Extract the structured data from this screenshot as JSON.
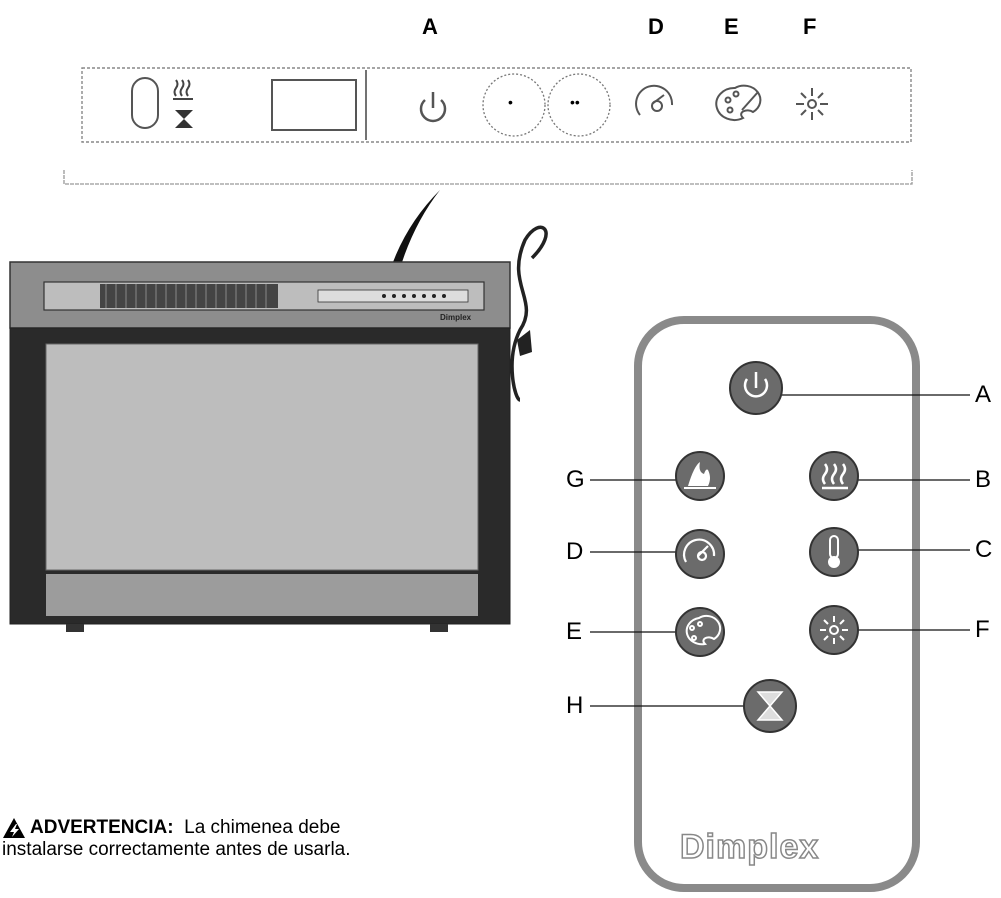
{
  "control_panel": {
    "labels": {
      "a": "A",
      "d": "D",
      "e": "E",
      "f": "F"
    },
    "dot_one": "•",
    "dot_two": "••"
  },
  "fireplace": {
    "brand": "Dimplex"
  },
  "remote": {
    "brand": "Dimplex",
    "callouts": {
      "a": "A",
      "b": "B",
      "c": "C",
      "d": "D",
      "e": "E",
      "f": "F",
      "g": "G",
      "h": "H"
    }
  },
  "warning": {
    "heading": "ADVERTENCIA:",
    "line1": "La chimenea debe",
    "line2": "instalarse correctamente antes de usarla."
  },
  "icons": [
    "power-icon",
    "flame-icon",
    "heat-icon",
    "thermometer-icon",
    "flame-speed-icon",
    "palette-icon",
    "brightness-icon",
    "timer-icon",
    "warning-icon"
  ]
}
